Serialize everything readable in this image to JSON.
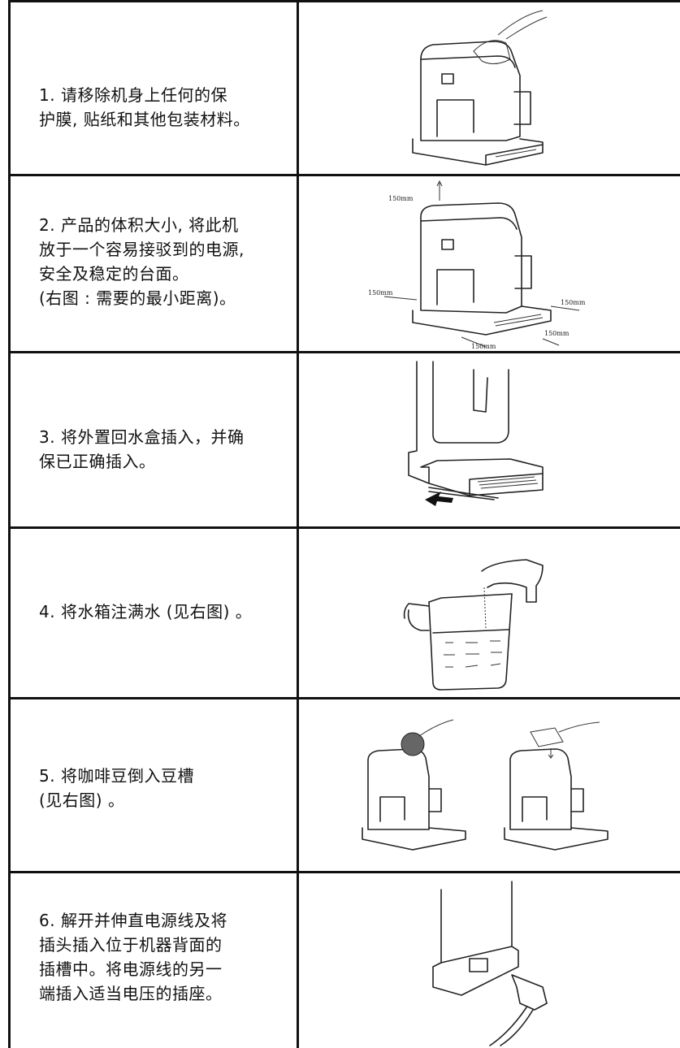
{
  "steps": [
    {
      "text": "1. 请移除机身上任何的保\n护膜, 贴纸和其他包装材料。"
    },
    {
      "text": "2. 产品的体积大小, 将此机\n放于一个容易接驳到的电源,\n 安全及稳定的台面。\n(右图 : 需要的最小距离)。"
    },
    {
      "text": "3. 将外置回水盒插入，并确\n保已正确插入。"
    },
    {
      "text": "4.  将水箱注满水 (见右图) 。"
    },
    {
      "text": "5.  将咖啡豆倒入豆槽\n(见右图) 。"
    },
    {
      "text": "6. 解开并伸直电源线及将\n插头插入位于机器背面的\n插槽中。将电源线的另一\n端插入适当电压的插座。"
    }
  ],
  "dimensions": {
    "top": "150mm",
    "left": "150mm",
    "right": "150mm",
    "bottom_left": "150mm",
    "bottom_right": "150mm"
  },
  "icons": [
    "hand-peeling-film-icon",
    "clearance-diagram-icon",
    "drip-tray-insert-icon",
    "water-tank-fill-icon",
    "beans-hopper-icon",
    "power-cord-icon"
  ]
}
